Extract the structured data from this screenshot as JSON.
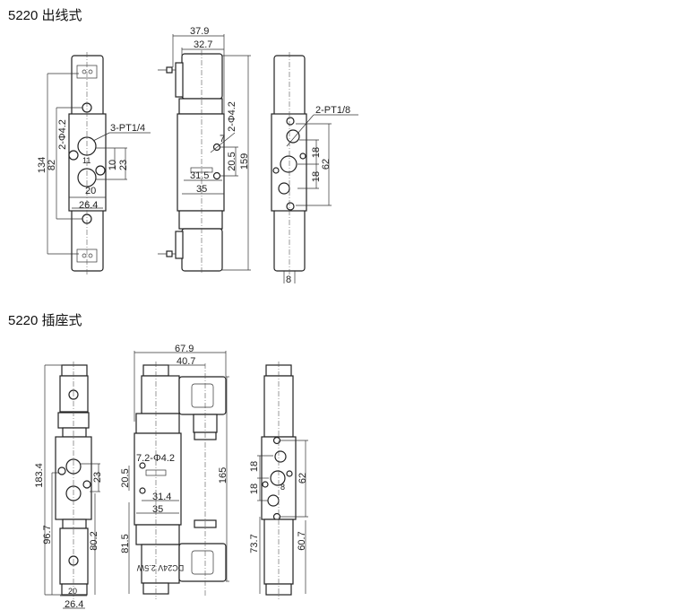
{
  "sections": [
    {
      "title": "5220 出线式",
      "front": {
        "dims": [
          "134",
          "82",
          "2-Φ4.2",
          "3-PT1/4",
          "11",
          "10",
          "23",
          "20",
          "26.4"
        ]
      },
      "side": {
        "dims": [
          "37.9",
          "32.7",
          "2-Φ4.2",
          "7",
          "20.5",
          "159",
          "31.5",
          "35"
        ]
      },
      "back": {
        "dims": [
          "2-PT1/8",
          "18",
          "18",
          "62",
          "8"
        ]
      }
    },
    {
      "title": "5220 插座式",
      "front": {
        "dims": [
          "183.4",
          "96.7",
          "80.2",
          "23",
          "20",
          "26.4"
        ]
      },
      "side": {
        "dims": [
          "67.9",
          "40.7",
          "7.2-Φ4.2",
          "20.5",
          "31.4",
          "35",
          "165",
          "81.5"
        ],
        "coil_label": "DC24V 2.5W"
      },
      "back": {
        "dims": [
          "18",
          "18",
          "8",
          "62",
          "73.7",
          "60.7"
        ]
      }
    }
  ],
  "colors": {
    "line": "#222222",
    "background": "#ffffff"
  }
}
